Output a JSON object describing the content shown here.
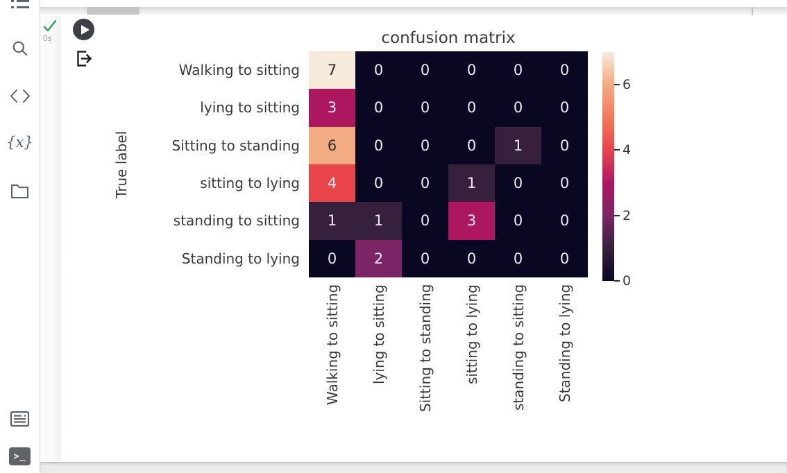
{
  "ui": {
    "exec_time": "0s",
    "icons": {
      "variables_glyph": "{x}",
      "terminal_glyph": ">_"
    }
  },
  "chart_data": {
    "type": "heatmap",
    "title": "confusion matrix",
    "ylabel": "True label",
    "xlabel": "",
    "categories": [
      "Walking to sitting",
      "lying to sitting",
      "Sitting to standing",
      "sitting to lying",
      "standing to sitting",
      "Standing to lying"
    ],
    "matrix": [
      [
        7,
        0,
        0,
        0,
        0,
        0
      ],
      [
        3,
        0,
        0,
        0,
        0,
        0
      ],
      [
        6,
        0,
        0,
        0,
        1,
        0
      ],
      [
        4,
        0,
        0,
        1,
        0,
        0
      ],
      [
        1,
        1,
        0,
        3,
        0,
        0
      ],
      [
        0,
        2,
        0,
        0,
        0,
        0
      ]
    ],
    "vmin": 0,
    "vmax": 7,
    "colorbar_ticks": [
      0,
      2,
      4,
      6
    ],
    "colormap": "rocket",
    "colormap_stops": [
      "#0A0722",
      "#36203C",
      "#7C2566",
      "#AD1760",
      "#E9444C",
      "#F0795A",
      "#F3AB82",
      "#F8EADB"
    ],
    "annot_dark_text": "#2E2B33",
    "annot_light_text": "#EFEAF2",
    "legend_position": "right",
    "grid": false
  }
}
